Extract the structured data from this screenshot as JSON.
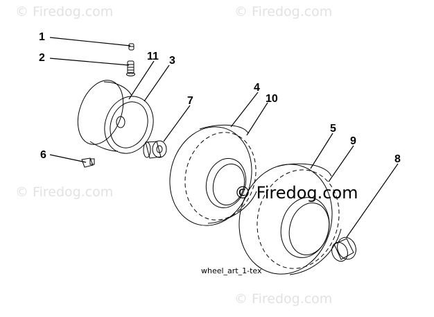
{
  "diagram": {
    "callouts": [
      "1",
      "2",
      "11",
      "3",
      "4",
      "10",
      "7",
      "6",
      "5",
      "9",
      "8"
    ],
    "caption": "wheel_art_1-tex"
  },
  "watermarks": {
    "text": "© Firedog.com",
    "center_text": "© Firedog.com"
  },
  "colors": {
    "line": "#000000",
    "watermark": "#e2e2e2",
    "background": "#ffffff"
  }
}
